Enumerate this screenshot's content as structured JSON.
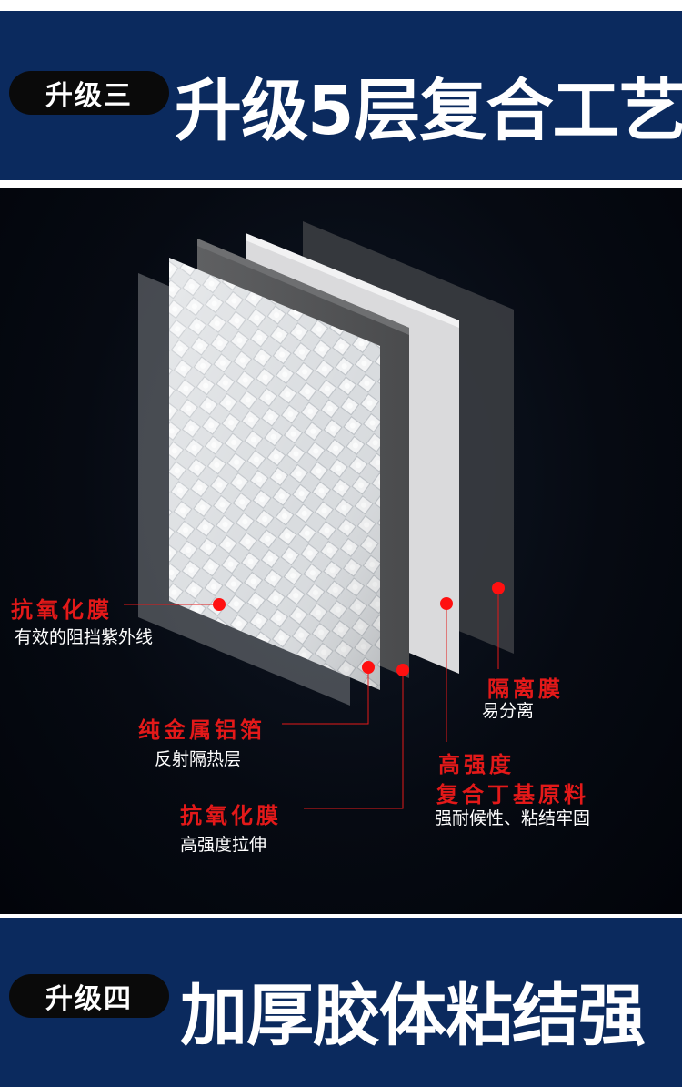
{
  "upgrade_three": {
    "badge": "升级三",
    "headline": "升级5层复合工艺"
  },
  "upgrade_four": {
    "badge": "升级四",
    "headline": "加厚胶体粘结强"
  },
  "layers": [
    {
      "title": "抗氧化膜",
      "desc": "有效的阻挡紫外线"
    },
    {
      "title": "纯金属铝箔",
      "desc": "反射隔热层"
    },
    {
      "title": "抗氧化膜",
      "desc": "高强度拉伸"
    },
    {
      "title_line1": "高强度",
      "title_line2": "复合丁基原料",
      "desc": "强耐候性、粘结牢固"
    },
    {
      "title": "隔离膜",
      "desc": "易分离"
    }
  ],
  "colors": {
    "banner": "#0b2a5e",
    "label_red": "#e31919",
    "dot": "#ff1010"
  }
}
